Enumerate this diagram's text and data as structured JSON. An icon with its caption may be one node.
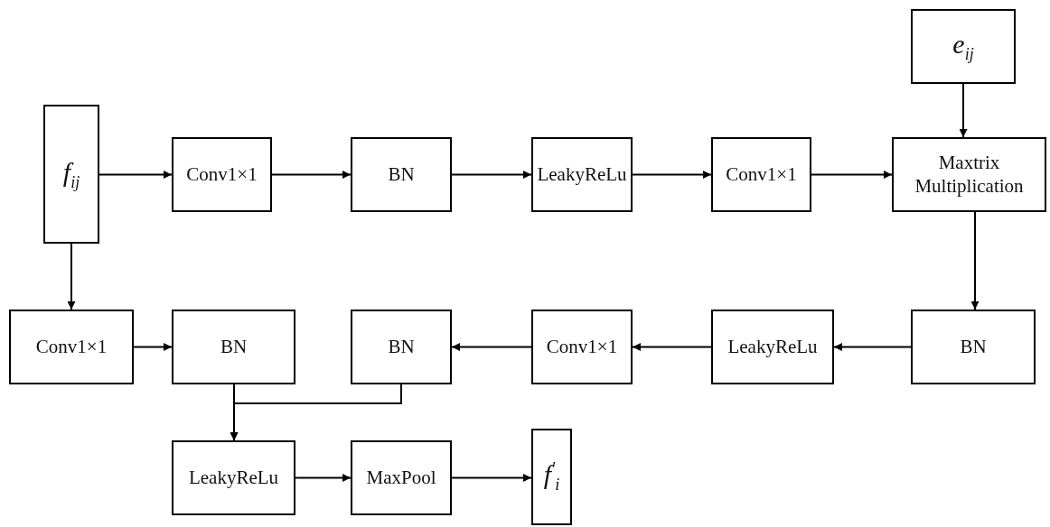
{
  "diagram": {
    "nodes": [
      {
        "text": [
          "f$_{ij}$"
        ]
      },
      {
        "text": [
          "Conv1×1"
        ]
      },
      {
        "text": [
          "BN"
        ]
      },
      {
        "text": [
          "LeakyReLu"
        ]
      },
      {
        "text": [
          "Conv1×1"
        ]
      },
      {
        "text": [
          "e$_{ij}$"
        ]
      },
      {
        "text": [
          "Maxtrix Multiplication"
        ]
      },
      {
        "text": [
          "BN"
        ]
      },
      {
        "text": [
          "LeakyReLu"
        ]
      },
      {
        "text": [
          "Conv1×1"
        ]
      },
      {
        "text": [
          "BN"
        ]
      },
      {
        "text": [
          "Conv1×1"
        ]
      },
      {
        "text": [
          "BN"
        ]
      },
      {
        "text": [
          "LeakyReLu"
        ]
      },
      {
        "text": [
          "MaxPool"
        ]
      },
      {
        "text": [
          "f$^{′}$$_{i}$"
        ]
      }
    ],
    "edges": [
      {
        "from": 0,
        "to": 1,
        "arrow": "to"
      },
      {
        "from": 1,
        "to": 2,
        "arrow": "to"
      },
      {
        "from": 2,
        "to": 3,
        "arrow": "to"
      },
      {
        "from": 3,
        "to": 4,
        "arrow": "to"
      },
      {
        "from": 4,
        "to": 6,
        "arrow": "to"
      },
      {
        "from": 5,
        "to": 6,
        "arrow": "to"
      },
      {
        "from": 6,
        "to": 7,
        "arrow": "to"
      },
      {
        "from": 7,
        "to": 8,
        "arrow": "to"
      },
      {
        "from": 8,
        "to": 9,
        "arrow": "to"
      },
      {
        "from": 9,
        "to": 10,
        "arrow": "to"
      },
      {
        "from": 0,
        "to": 11,
        "arrow": "to"
      },
      {
        "from": 11,
        "to": 12,
        "arrow": "to"
      },
      {
        "from": 12,
        "to": 13,
        "arrow": "to"
      },
      {
        "from": 10,
        "to": 13,
        "arrow": "to"
      },
      {
        "from": 13,
        "to": 14,
        "arrow": "to"
      },
      {
        "from": 14,
        "to": 15,
        "arrow": "to"
      }
    ]
  }
}
